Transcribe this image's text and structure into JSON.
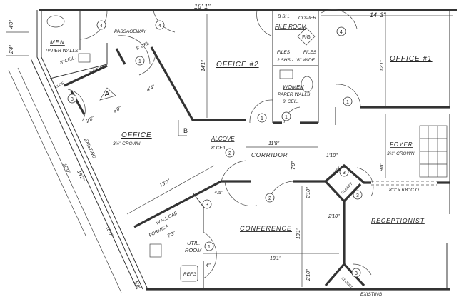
{
  "title": "Office Floor Plan",
  "rooms": {
    "office2": "OFFICE #2",
    "office1": "OFFICE #1",
    "office": "OFFICE",
    "office_note": "3½\" CROWN",
    "men": "MEN",
    "men_note": "PAPER WALLS",
    "men_ceil": "8' CEIL.",
    "passageway": "PASSAGEWAY",
    "passage_ceil": "8' CEIL.",
    "file_room": "FILE ROOM",
    "file_sym": "F/G",
    "files_left": "FILES",
    "files_right": "FILES",
    "files_note": "2 SHS - 16\" WIDE",
    "bsh": "B SH.",
    "copier": "COPIER",
    "women": "WOMEN",
    "women_note": "PAPER WALLS",
    "women_ceil": "8' CEIL.",
    "alcove": "ALCOVE",
    "alcove_ceil": "8' CEIL.",
    "foyer": "FOYER",
    "foyer_note": "3½\" CROWN",
    "corridor": "CORRIDOR",
    "conference": "CONFERENCE",
    "receptionist": "RECEPTIONIST",
    "util": "UTIL.",
    "util2": "ROOM",
    "refg": "REFG",
    "wall_cab": "WALL CAB",
    "formica": "FORMICA",
    "closet": "CLOSET",
    "clos": "CLOS",
    "ceil_a": "8' CEIL.",
    "existing": "EXISTING",
    "existing2": "EXISTING",
    "opening": "8'0\" x 6'8\" C.O.",
    "mark_a": "A",
    "mark_b": "B"
  },
  "dimensions": {
    "top_left": "16' 1\"",
    "top_right": "14' 3\"",
    "left_a": "4'0\"",
    "left_b": "2'4\"",
    "office2_h": "14'1\"",
    "office1_h": "12'1\"",
    "foyer_h": "9'0\"",
    "corridor_w": "11'8\"",
    "corridor_h": "7'0\"",
    "closet_w": "1'10\"",
    "conf_diag": "13'0\"",
    "conf_w": "18'1\"",
    "conf_h": "13'1\"",
    "recep_w": "2'10\"",
    "clos_h1": "2'10\"",
    "clos_h2": "2'10\"",
    "ext_a": "10'0\"",
    "ext_b": "19'2\"",
    "ext_c": "10'0\"",
    "ext_d": "5'0\"",
    "a_w": "6'0\"",
    "a_h": "4'4\"",
    "a_s": "2'8\"",
    "util_w": "7'3\"",
    "closet_s": "4.5\"",
    "four": "4\""
  },
  "door_tags": [
    "1",
    "2",
    "3",
    "4"
  ]
}
